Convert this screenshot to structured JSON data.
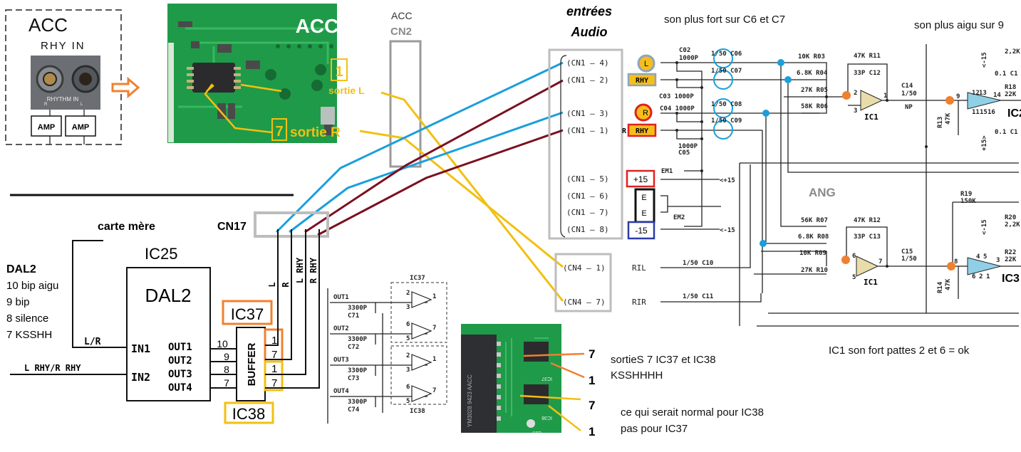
{
  "acc_block": {
    "title": "ACC",
    "subtitle": "RHY  IN",
    "photo_text": "RHYTHM IN",
    "photo_r": "R",
    "photo_l": "L",
    "amp1": "AMP",
    "amp2": "AMP"
  },
  "acc_pcb": {
    "title": "ACC",
    "pin1": "1",
    "pin1_label": "sortie L",
    "pin7": "7",
    "pin7_label": "sortie R"
  },
  "cn2": {
    "line1": "ACC",
    "line2": "CN2"
  },
  "carte_mere": {
    "title": "carte mère",
    "cn17": "CN17"
  },
  "dal2_notes": {
    "title": "DAL2",
    "lines": [
      "10 bip aigu",
      "9  bip",
      "8 silence",
      "7 KSSHH"
    ]
  },
  "ic25": {
    "label": "IC25",
    "name": "DAL2",
    "in1": "IN1",
    "in2": "IN2",
    "outs": [
      "OUT1",
      "OUT2",
      "OUT3",
      "OUT4"
    ],
    "pins": [
      "10",
      "9",
      "8",
      "7"
    ],
    "lr": "L/R",
    "in2_label": "L  RHY/R  RHY"
  },
  "buffer": {
    "label": "BUFFER",
    "ic37": "IC37",
    "ic38": "IC38",
    "pins": [
      "1",
      "7",
      "1",
      "7"
    ]
  },
  "cn17_wires": [
    "L",
    "R",
    "L RHY",
    "R RHY"
  ],
  "ic37_ic38_schematic": {
    "outs": [
      "OUT1",
      "OUT2",
      "OUT3",
      "OUT4"
    ],
    "caps": [
      "3300P",
      "3300P",
      "3300P",
      "3300P"
    ],
    "cap_names": [
      "C71",
      "C72",
      "C73",
      "C74"
    ],
    "ic37": "IC37",
    "ic38": "IC38",
    "pins": [
      "2",
      "3",
      "1",
      "6",
      "5",
      "7",
      "2",
      "3",
      "1",
      "6",
      "5",
      "7"
    ]
  },
  "ic_photo": {
    "chip_text": "YM3028 9423 AACC",
    "ic37": "IC37",
    "ic38": "IC38",
    "c20": "C20",
    "pins": [
      "7",
      "1",
      "7",
      "1"
    ],
    "note1": "sortieS 7 IC37 et IC38",
    "note2": "KSSHHHH",
    "note3": "ce qui serait normal pour IC38",
    "note4": "pas pour IC37"
  },
  "audio_inputs": {
    "title1": "entrées",
    "title2": "Audio",
    "cn1": [
      "(CN1 – 4)",
      "(CN1 – 2)",
      "(CN1 – 3)",
      "(CN1 – 1)",
      "(CN1 – 5)",
      "(CN1 – 6)",
      "(CN1 – 7)",
      "(CN1 – 8)"
    ],
    "cn4": [
      "(CN4 – 1)",
      "(CN4 – 7)"
    ],
    "signals": {
      "l": "L",
      "rhy1": "RHY",
      "r": "R",
      "rhy2": "RHY",
      "p15": "+15",
      "e1": "E",
      "e2": "E",
      "m15": "-15",
      "ril": "RIL",
      "rir": "RIR",
      "rprefix": "R"
    },
    "supply": {
      "em1": "EM1",
      "em2": "EM2",
      "p15": "<+15",
      "m15": "<-15"
    }
  },
  "notes": {
    "c6c7": "son plus fort sur C6 et C7",
    "pin9": "son plus aigu sur 9",
    "ang": "ANG",
    "ic1": "IC1    son fort pattes 2 et 6 = ok"
  },
  "components": {
    "c02": "C02",
    "c02v": "1000P",
    "c03": "C03 1000P",
    "c04": "C04  1000P",
    "c05v": "1000P",
    "c05": "C05",
    "c06": "1/50 C06",
    "c07": "1/50 C07",
    "c08": "1/50 C08",
    "c09": "1/50 C09",
    "r03": "10K   R03",
    "r04": "6.8K R04",
    "r05": "27K R05",
    "r06": "58K R06",
    "r11": "47K   R11",
    "c12": "33P   C12",
    "c14": "C14",
    "c14v": "1/50",
    "np": "NP",
    "ic1": "IC1",
    "ic1_pins": [
      "2",
      "3",
      "1"
    ],
    "r07": "56K R07",
    "r08": "6.8K R08",
    "r09": "10K  R09",
    "r10": "27K  R10",
    "r12": "47K  R12",
    "c13": "33P  C13",
    "c15": "C15",
    "c15v": "1/50",
    "ic1b_pins": [
      "6",
      "5",
      "7"
    ],
    "c10": "1/50 C10",
    "c11": "1/50 C11",
    "r13": "R13",
    "r13v": "47K",
    "r14": "R14",
    "r14v": "47K",
    "ic2_pins": [
      "9",
      "12",
      "13",
      "14",
      "11",
      "15",
      "16"
    ],
    "ic2": "IC2",
    "ic3_pins": [
      "8",
      "4",
      "5",
      "3",
      "6",
      "2",
      "1"
    ],
    "ic3": "IC3",
    "r18": "R18",
    "r18v": "22K",
    "r19": "R19",
    "r19v": "150K",
    "r20": "R20",
    "r20v": "2,2K",
    "r22": "R22",
    "r22v": "22K",
    "c01": "0.1 C1",
    "c01b": "0.1 C1",
    "m15": "<-15",
    "p15": "+15>",
    "m15b": "<-15",
    "r16v": "2,2K"
  },
  "colors": {
    "blue_wire": "#1a9fdc",
    "maroon_wire": "#7a1020",
    "yellow_wire": "#f2c012",
    "orange": "#f08030",
    "pcb_green": "#1f9a48",
    "box_gray": "#bdbdbd"
  }
}
